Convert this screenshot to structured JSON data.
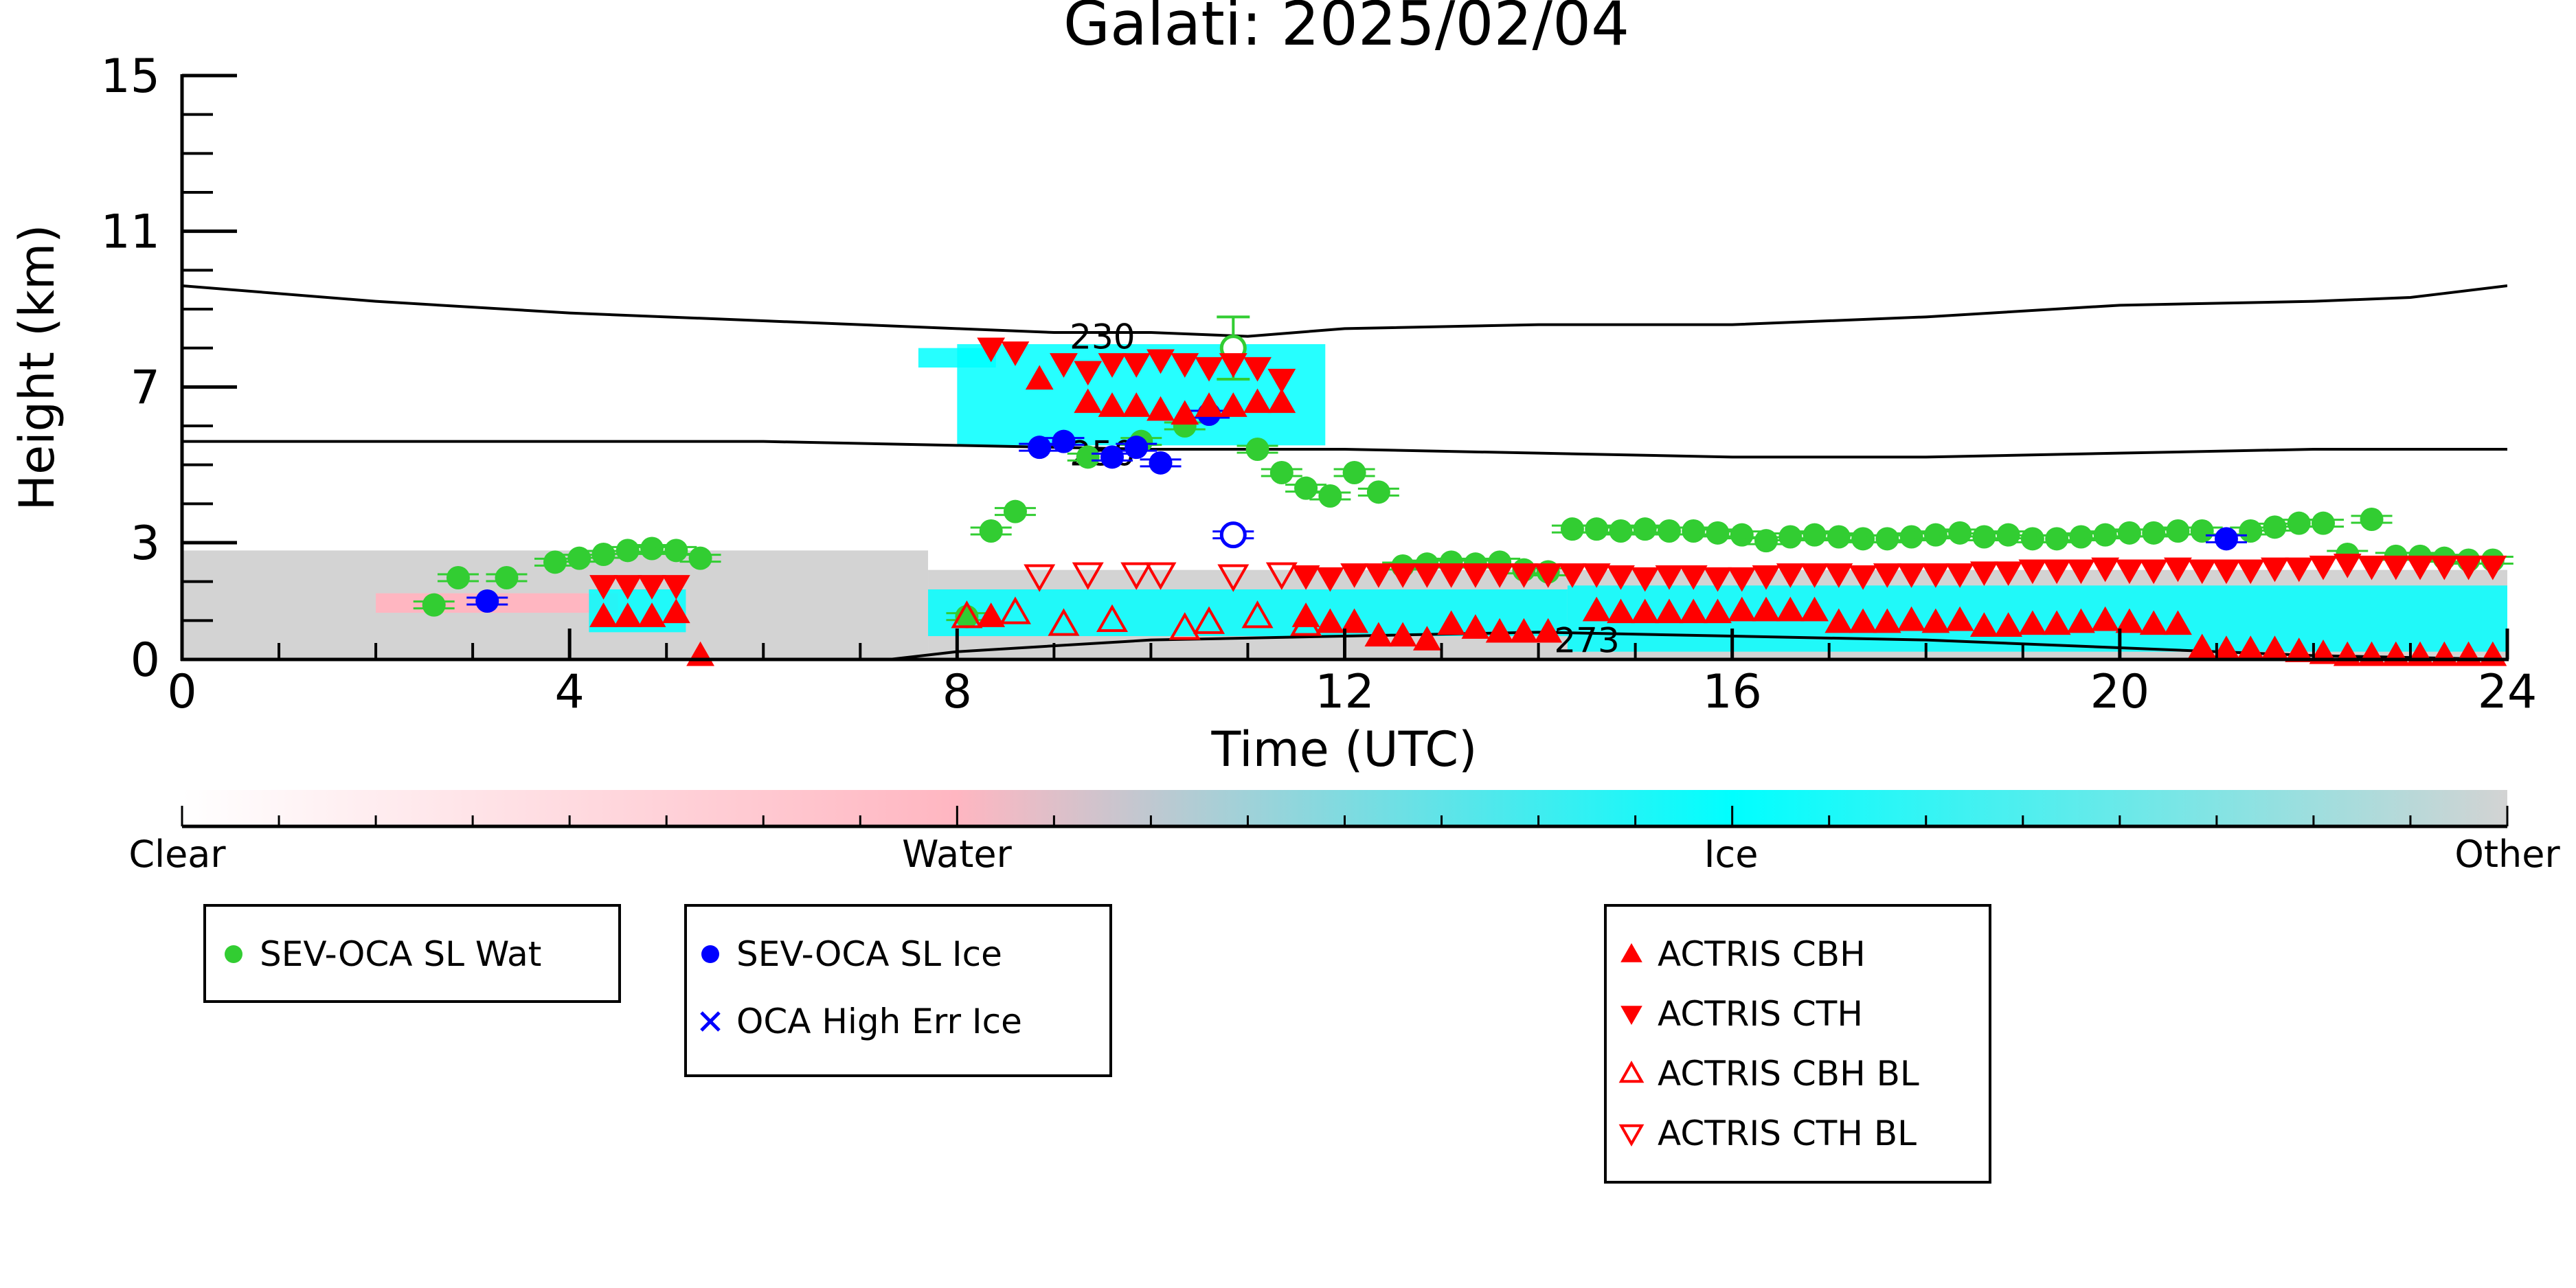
{
  "chart_data": {
    "type": "scatter",
    "title": "Galati: 2025/02/04",
    "xlabel": "Time (UTC)",
    "ylabel": "Height (km)",
    "xlim": [
      0,
      24
    ],
    "ylim": [
      0,
      15
    ],
    "x_ticks": [
      0,
      4,
      8,
      12,
      16,
      20,
      24
    ],
    "y_ticks": [
      0,
      3,
      7,
      11,
      15
    ],
    "contours": [
      {
        "label": "230",
        "label_at": [
          9.5,
          8.3
        ],
        "x": [
          0,
          2,
          4,
          6,
          8,
          9,
          10,
          11,
          12,
          14,
          16,
          18,
          20,
          22,
          23,
          24
        ],
        "y": [
          9.6,
          9.2,
          8.9,
          8.7,
          8.5,
          8.4,
          8.4,
          8.3,
          8.5,
          8.6,
          8.6,
          8.8,
          9.1,
          9.2,
          9.3,
          9.6
        ]
      },
      {
        "label": "250",
        "label_at": [
          9.5,
          5.3
        ],
        "x": [
          0,
          2,
          4,
          6,
          8,
          10,
          12,
          14,
          16,
          18,
          20,
          22,
          24
        ],
        "y": [
          5.6,
          5.6,
          5.6,
          5.6,
          5.5,
          5.4,
          5.4,
          5.3,
          5.2,
          5.2,
          5.3,
          5.4,
          5.4
        ]
      },
      {
        "label": "273",
        "label_at": [
          14.5,
          0.5
        ],
        "x": [
          7.3,
          8,
          10,
          12,
          14,
          16,
          18,
          20,
          22,
          24
        ],
        "y": [
          0,
          0.2,
          0.5,
          0.6,
          0.7,
          0.6,
          0.5,
          0.3,
          0.1,
          0.0
        ]
      }
    ],
    "curtain": {
      "colormap": [
        "#ffffff",
        "#ffb6c1",
        "#00ffff",
        "#d3d3d3"
      ],
      "colormap_labels": [
        "Clear",
        "Water",
        "Ice",
        "Other"
      ],
      "regions": [
        {
          "class": "Other",
          "x": [
            0,
            7.7
          ],
          "y": [
            0,
            2.8
          ]
        },
        {
          "class": "Other",
          "x": [
            7.7,
            24
          ],
          "y": [
            0,
            2.3
          ]
        },
        {
          "class": "Water",
          "x": [
            2.0,
            4.5
          ],
          "y": [
            1.2,
            1.7
          ]
        },
        {
          "class": "Ice",
          "x": [
            4.2,
            5.2
          ],
          "y": [
            0.7,
            1.8
          ]
        },
        {
          "class": "Ice",
          "x": [
            7.7,
            14.3
          ],
          "y": [
            0.6,
            1.8
          ]
        },
        {
          "class": "Ice",
          "x": [
            14.3,
            24
          ],
          "y": [
            0.2,
            1.9
          ]
        },
        {
          "class": "Ice",
          "x": [
            8.0,
            11.8
          ],
          "y": [
            5.5,
            8.1
          ]
        },
        {
          "class": "Ice",
          "x": [
            7.6,
            8.4
          ],
          "y": [
            7.5,
            8.0
          ]
        }
      ]
    },
    "series": [
      {
        "name": "SEV-OCA SL Wat",
        "marker": "filled-circle",
        "color": "#32cd32",
        "error_bars": true,
        "x": [
          2.6,
          2.85,
          3.35,
          3.85,
          4.1,
          4.35,
          4.6,
          4.85,
          5.1,
          5.35,
          8.1,
          8.35,
          8.6,
          9.35,
          9.9,
          10.35,
          10.6,
          11.1,
          11.35,
          11.6,
          11.85,
          12.1,
          12.35,
          12.6,
          12.85,
          13.1,
          13.35,
          13.6,
          13.85,
          14.1,
          14.35,
          14.6,
          14.85,
          15.1,
          15.35,
          15.6,
          15.85,
          16.1,
          16.35,
          16.6,
          16.85,
          17.1,
          17.35,
          17.6,
          17.85,
          18.1,
          18.35,
          18.6,
          18.85,
          19.1,
          19.35,
          19.6,
          19.85,
          20.1,
          20.35,
          20.6,
          20.85,
          21.35,
          21.6,
          21.85,
          22.1,
          22.35,
          22.6,
          22.85,
          23.1,
          23.35,
          23.6,
          23.85
        ],
        "y": [
          1.4,
          2.1,
          2.1,
          2.5,
          2.6,
          2.7,
          2.8,
          2.85,
          2.8,
          2.6,
          1.1,
          3.3,
          3.8,
          5.2,
          5.6,
          6.0,
          6.3,
          5.4,
          4.8,
          4.4,
          4.2,
          4.8,
          4.3,
          2.4,
          2.45,
          2.5,
          2.45,
          2.5,
          2.3,
          2.25,
          3.35,
          3.35,
          3.3,
          3.35,
          3.3,
          3.3,
          3.25,
          3.2,
          3.05,
          3.15,
          3.2,
          3.15,
          3.1,
          3.1,
          3.15,
          3.2,
          3.25,
          3.15,
          3.2,
          3.1,
          3.1,
          3.15,
          3.2,
          3.25,
          3.25,
          3.3,
          3.3,
          3.3,
          3.4,
          3.5,
          3.5,
          2.7,
          3.6,
          2.65,
          2.65,
          2.6,
          2.55,
          2.55
        ]
      },
      {
        "name": "SEV-OCA SL Ice",
        "marker": "filled-circle",
        "color": "#0000ff",
        "error_bars": true,
        "x": [
          3.15,
          8.85,
          9.1,
          9.6,
          9.85,
          10.1,
          10.6,
          21.1
        ],
        "y": [
          1.5,
          5.45,
          5.6,
          5.2,
          5.45,
          5.05,
          6.3,
          3.1
        ]
      },
      {
        "name": "Open circles",
        "marker": "open-circle",
        "color": "",
        "error_bars": true,
        "x": [
          10.85,
          10.85
        ],
        "y": [
          8.0,
          3.2
        ]
      },
      {
        "name": "ACTRIS CBH",
        "marker": "filled-triangle-up",
        "color": "#ff0000",
        "x": [
          4.35,
          4.6,
          4.85,
          5.1,
          5.35,
          8.35,
          8.85,
          9.35,
          9.6,
          9.85,
          10.1,
          10.35,
          10.6,
          10.85,
          11.1,
          11.35,
          11.6,
          11.85,
          12.1,
          12.35,
          12.6,
          12.85,
          13.1,
          13.35,
          13.6,
          13.85,
          14.1,
          14.6,
          14.85,
          15.1,
          15.35,
          15.6,
          15.85,
          16.1,
          16.35,
          16.6,
          16.85,
          17.1,
          17.35,
          17.6,
          17.85,
          18.1,
          18.35,
          18.6,
          18.85,
          19.1,
          19.35,
          19.6,
          19.85,
          20.1,
          20.35,
          20.6,
          20.85,
          21.1,
          21.35,
          21.6,
          21.85,
          22.1,
          22.35,
          22.6,
          22.85,
          23.1,
          23.35,
          23.6,
          23.85
        ],
        "y": [
          1.1,
          1.1,
          1.1,
          1.2,
          0.1,
          1.1,
          7.2,
          6.6,
          6.5,
          6.5,
          6.4,
          6.3,
          6.5,
          6.5,
          6.6,
          6.6,
          1.1,
          0.95,
          0.95,
          0.6,
          0.6,
          0.5,
          0.9,
          0.8,
          0.7,
          0.7,
          0.7,
          1.25,
          1.2,
          1.2,
          1.2,
          1.2,
          1.2,
          1.25,
          1.25,
          1.25,
          1.25,
          0.95,
          0.95,
          0.95,
          1.0,
          0.95,
          1.0,
          0.85,
          0.85,
          0.9,
          0.9,
          0.95,
          1.0,
          0.95,
          0.9,
          0.9,
          0.3,
          0.25,
          0.25,
          0.25,
          0.2,
          0.15,
          0.1,
          0.1,
          0.1,
          0.1,
          0.1,
          0.1,
          0.1
        ]
      },
      {
        "name": "ACTRIS CTH",
        "marker": "filled-triangle-down",
        "color": "#ff0000",
        "x": [
          4.35,
          4.6,
          4.85,
          5.1,
          8.35,
          8.6,
          9.1,
          9.35,
          9.6,
          9.85,
          10.1,
          10.35,
          10.6,
          10.85,
          11.1,
          11.35,
          11.6,
          11.85,
          12.1,
          12.35,
          12.6,
          12.85,
          13.1,
          13.35,
          13.6,
          13.85,
          14.1,
          14.35,
          14.6,
          14.85,
          15.1,
          15.35,
          15.6,
          15.85,
          16.1,
          16.35,
          16.6,
          16.85,
          17.1,
          17.35,
          17.6,
          17.85,
          18.1,
          18.35,
          18.6,
          18.85,
          19.1,
          19.35,
          19.6,
          19.85,
          20.1,
          20.35,
          20.6,
          20.85,
          21.1,
          21.35,
          21.6,
          21.85,
          22.1,
          22.35,
          22.6,
          22.85,
          23.1,
          23.35,
          23.6,
          23.85
        ],
        "y": [
          1.9,
          1.9,
          1.9,
          1.9,
          8.0,
          7.9,
          7.6,
          7.4,
          7.6,
          7.6,
          7.7,
          7.6,
          7.5,
          7.6,
          7.5,
          7.2,
          2.15,
          2.1,
          2.2,
          2.2,
          2.2,
          2.2,
          2.2,
          2.2,
          2.2,
          2.2,
          2.2,
          2.2,
          2.2,
          2.15,
          2.1,
          2.15,
          2.15,
          2.1,
          2.1,
          2.15,
          2.2,
          2.2,
          2.2,
          2.15,
          2.2,
          2.2,
          2.2,
          2.2,
          2.25,
          2.25,
          2.3,
          2.3,
          2.3,
          2.35,
          2.3,
          2.3,
          2.35,
          2.3,
          2.3,
          2.3,
          2.35,
          2.35,
          2.4,
          2.45,
          2.4,
          2.4,
          2.4,
          2.4,
          2.4,
          2.4
        ]
      },
      {
        "name": "ACTRIS CBH BL",
        "marker": "open-triangle-up",
        "color": "#ff0000",
        "x": [
          8.1,
          8.6,
          9.1,
          9.6,
          10.35,
          10.6,
          11.1,
          11.6
        ],
        "y": [
          1.1,
          1.2,
          0.9,
          1.0,
          0.8,
          0.95,
          1.1,
          0.9
        ]
      },
      {
        "name": "ACTRIS CTH BL",
        "marker": "open-triangle-down",
        "color": "#ff0000",
        "x": [
          8.85,
          9.35,
          9.85,
          10.1,
          10.85,
          11.35
        ],
        "y": [
          2.15,
          2.2,
          2.2,
          2.2,
          2.15,
          2.2
        ]
      }
    ]
  },
  "colorbar": {
    "labels": [
      "Clear",
      "Water",
      "Ice",
      "Other"
    ]
  },
  "legends": {
    "box1": [
      "SEV-OCA SL Wat"
    ],
    "box2": [
      "SEV-OCA SL Ice",
      "OCA High Err Ice"
    ],
    "box3": [
      "ACTRIS CBH",
      "ACTRIS CTH",
      "ACTRIS CBH BL",
      "ACTRIS CTH BL"
    ]
  },
  "legend_markers": {
    "SEV-OCA SL Wat": {
      "marker": "filled-circle",
      "color": "#32cd32"
    },
    "SEV-OCA SL Ice": {
      "marker": "filled-circle",
      "color": "#0000ff"
    },
    "OCA High Err Ice": {
      "marker": "x",
      "color": "#0000ff"
    },
    "ACTRIS CBH": {
      "marker": "filled-triangle-up",
      "color": "#ff0000"
    },
    "ACTRIS CTH": {
      "marker": "filled-triangle-down",
      "color": "#ff0000"
    },
    "ACTRIS CBH BL": {
      "marker": "open-triangle-up",
      "color": "#ff0000"
    },
    "ACTRIS CTH BL": {
      "marker": "open-triangle-down",
      "color": "#ff0000"
    }
  }
}
